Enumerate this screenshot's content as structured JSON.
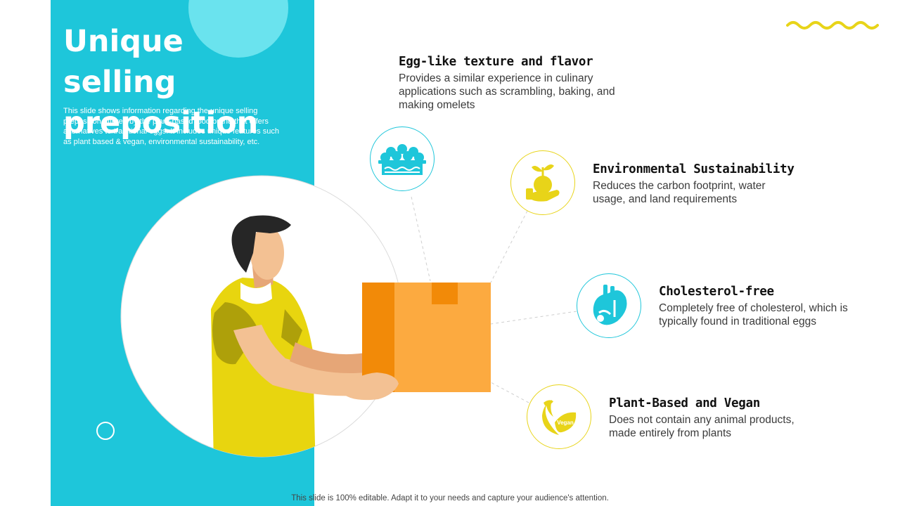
{
  "slide": {
    "title": "Unique selling preposition",
    "description": "This slide shows information regarding the unique selling preposition offered by the plant-based food brand that offers alternatives to traditional eggs. It includes unique features such as plant based & vegan, environmental sustainability, etc.",
    "footer": "This slide is 100% editable. Adapt it to your needs and capture your audience's attention."
  },
  "features": [
    {
      "title": "Egg-like texture and flavor",
      "description": "Provides a similar experience in culinary applications such as scrambling, baking, and making omelets",
      "icon": "egg-tray-icon"
    },
    {
      "title": "Environmental Sustainability",
      "description": "Reduces the carbon footprint, water usage, and land requirements",
      "icon": "plant-in-hand-icon"
    },
    {
      "title": "Cholesterol-free",
      "description": "Completely free of cholesterol, which is typically found in traditional eggs",
      "icon": "heart-icon"
    },
    {
      "title": "Plant-Based and Vegan",
      "description": "Does not contain any animal products, made entirely from plants",
      "icon": "vegan-leaf-icon"
    }
  ],
  "vegan_badge": "Vegan",
  "colors": {
    "accent_blue": "#1ec6da",
    "accent_yellow": "#e8d419",
    "box_orange": "#fcaa40"
  }
}
